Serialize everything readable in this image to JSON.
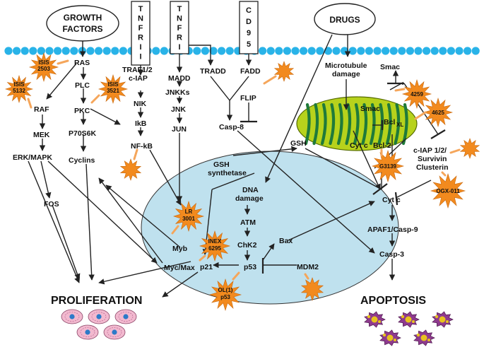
{
  "colors": {
    "membrane": "#29b3e8",
    "nucleus": "#bfe1ee",
    "starburst": "#f28a1e",
    "drug_inhibitor": "#f5a65b",
    "mito_outer": "#b7d21c",
    "mito_inner": "#1f7a3a",
    "cell": "#f2b9cf",
    "apoptotic_cell": "#8e3a8e"
  },
  "inputs": {
    "growth_factors": [
      "GROWTH",
      "FACTORS"
    ],
    "drugs": "DRUGS",
    "tnfr_ii": [
      "T",
      "N",
      "F",
      "R",
      "I",
      "I"
    ],
    "tnfr_i": [
      "T",
      "N",
      "F",
      "R",
      "I"
    ],
    "cd95": [
      "C",
      "D",
      "9",
      "5"
    ]
  },
  "nodes": {
    "ras": "RAS",
    "plc": "PLC",
    "pkc": "PKC",
    "raf": "RAF",
    "mek": "MEK",
    "erk_mapk": "ERK/MAPK",
    "p70s6k": "P70S6K",
    "cyclins": "Cyclins",
    "fos": "FOS",
    "traf": [
      "TRAF1/2",
      "c-IAP"
    ],
    "nik": "NIK",
    "ikb": "IkB",
    "nfkb": "NF-kB",
    "madd": "MADD",
    "jnkks": "JNKKs",
    "jnk": "JNK",
    "jun": "JUN",
    "tradd": "TRADD",
    "fadd": "FADD",
    "flip": "FLIP",
    "casp8": "Casp-8",
    "microtubule": [
      "Microtubule",
      "damage"
    ],
    "smac_top": "Smac",
    "smac_mito": "Smac",
    "bclxl": "Bcl",
    "bclxl_sub": "XL",
    "cytc_mito": "Cyt c",
    "bcl2": "Bcl-2",
    "gsh": "GSH",
    "ciap": [
      "c-IAP 1/2/",
      "Survivin",
      "Clusterin"
    ],
    "cytc": "Cyt c",
    "apaf": "APAF1/Casp-9",
    "casp3": "Casp-3",
    "gsh_synth": [
      "GSH",
      "synthetase"
    ],
    "dna_damage": [
      "DNA",
      "damage"
    ],
    "atm": "ATM",
    "chk2": "ChK2",
    "bax": "Bax",
    "p53": "p53",
    "mdm2": "MDM2",
    "p21": "p21",
    "myb": "Myb",
    "mycmax": "Myc/Max"
  },
  "drugs": {
    "isis2503": [
      "ISIS",
      "2503"
    ],
    "isis5132": [
      "ISIS",
      "5132"
    ],
    "isis3521": [
      "ISIS",
      "3521"
    ],
    "lr3001": [
      "LR",
      "3001"
    ],
    "inex6295": [
      "INEX",
      "6295"
    ],
    "ol1p53": [
      "OL(1)",
      "p53"
    ],
    "d4259": "4259",
    "d4625": "4625",
    "g3139": "G3139",
    "ogx011": "OGX-011"
  },
  "outcomes": {
    "proliferation": "PROLIFERATION",
    "apoptosis": "APOPTOSIS"
  }
}
